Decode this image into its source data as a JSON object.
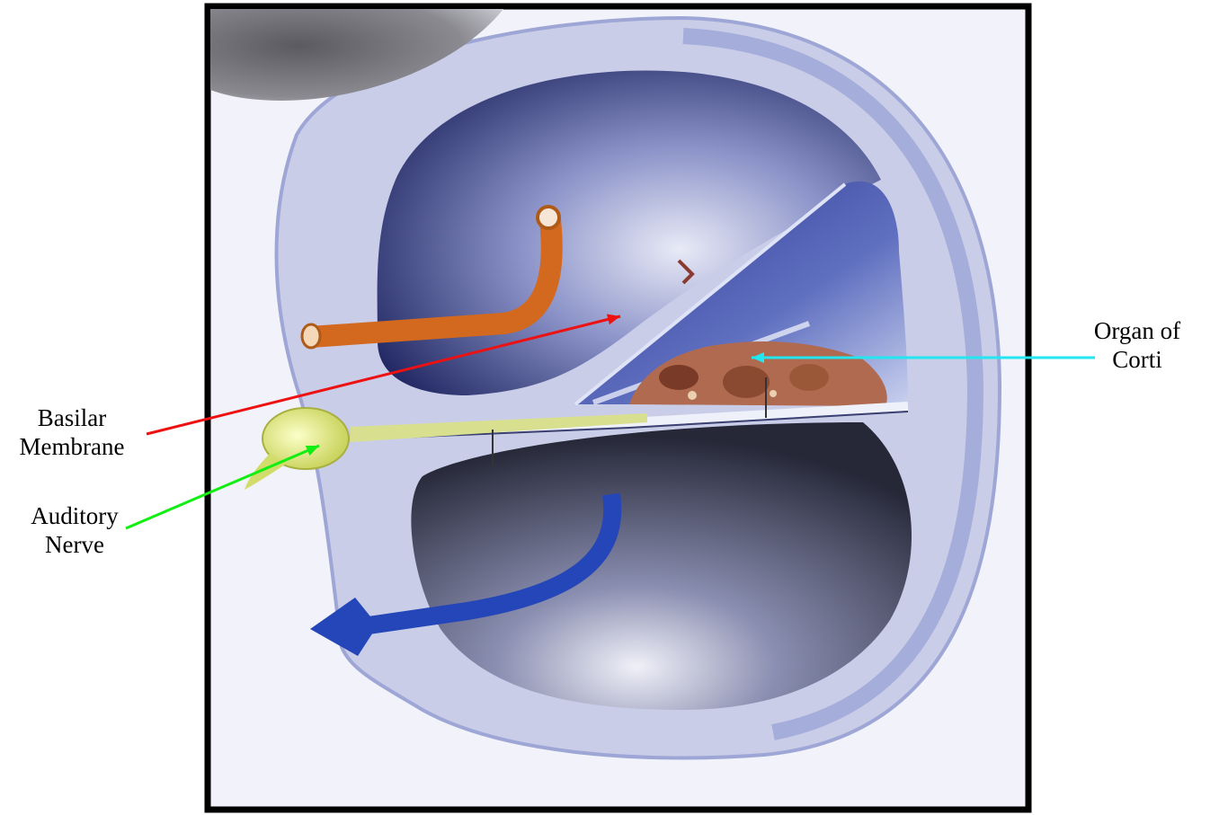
{
  "labels": {
    "organ_of_corti": {
      "line1": "Organ of",
      "line2": "Corti",
      "arrow_color": "#22e6f0"
    },
    "basilar_membrane": {
      "line1": "Basilar",
      "line2": "Membrane",
      "arrow_color": "#ee1111"
    },
    "auditory_nerve": {
      "line1": "Auditory",
      "line2": "Nerve",
      "arrow_color": "#11ee11"
    }
  },
  "colors": {
    "frame": "#000000",
    "tissue": "#c9cde8",
    "chamber": "#2a3270",
    "membrane_wedge": "#4c5aa8",
    "organ": "#b06a50",
    "nerve": "#e4ee86",
    "orange_arrow": "#d2691e",
    "blue_arrow": "#2446b8"
  }
}
